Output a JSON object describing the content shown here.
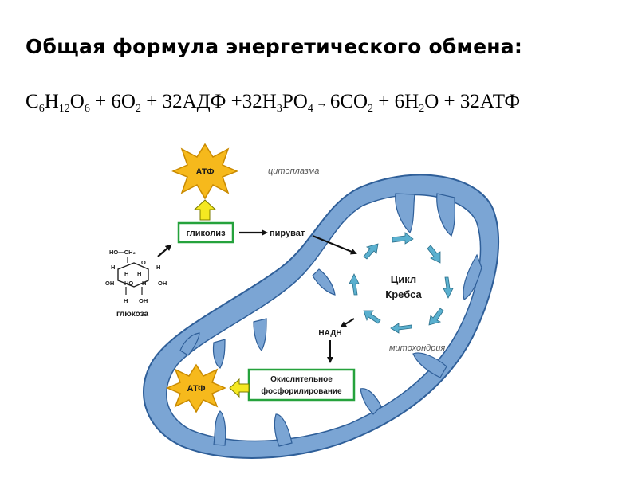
{
  "heading": "Общая формула энергетического обмена:",
  "formula": {
    "t1": "C",
    "s1": "6",
    "t2": "H",
    "s2": "12",
    "t3": "O",
    "s3": "6",
    "t4": " + 6O",
    "s4": "2",
    "t5": " + 32АДФ +32H",
    "s5": "3",
    "t6": "PO",
    "s6": "4",
    "arrow": " → ",
    "t7": "6CO",
    "s7": "2",
    "t8": " + 6H",
    "s8": "2",
    "t9": "O + 32АТФ"
  },
  "diagram": {
    "atp_top": "АТФ",
    "atp_bottom": "АТФ",
    "cytoplasm": "цитоплазма",
    "glycolysis": "гликолиз",
    "pyruvate": "пируват",
    "krebs_line1": "Цикл",
    "krebs_line2": "Кребса",
    "nadh": "НАДН",
    "mitochondria": "митохондрия",
    "oxphos_line1": "Окислительное",
    "oxphos_line2": "фосфорилирование",
    "glucose": "глюкоза",
    "glucose_structure": {
      "ch2": "HO—CH₂",
      "ring_o": "O",
      "h_atom": "H",
      "oh_group": "OH",
      "ho_group": "HO"
    },
    "colors": {
      "membrane": "#6f9ccd",
      "membrane_edge": "#2f5f99",
      "box_border": "#25a23c",
      "star_fill": "#f7bb17",
      "star_edge": "#c98a00",
      "up_arrow": "#f5e821",
      "cycle_arrows": "#4aa6c6"
    }
  }
}
